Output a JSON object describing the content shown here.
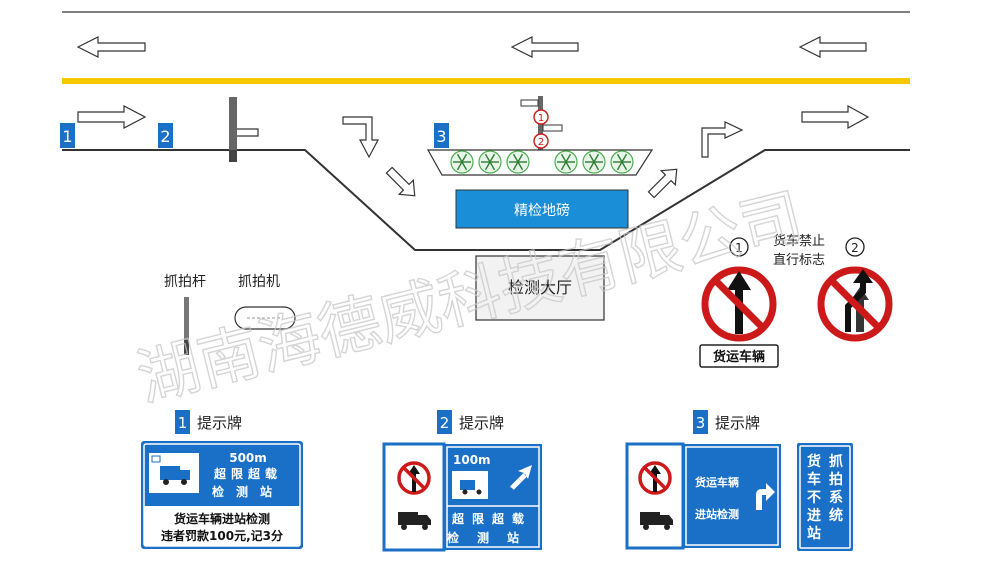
{
  "watermark": "湖南海德威科技有限公司",
  "colors": {
    "blue": "#1a6fc7",
    "road_line": "#f5c800",
    "line": "#333333",
    "red": "#cc1a1a",
    "pit_fill": "#1a8fd8",
    "fan": "#4caf50"
  },
  "lane_numbers": {
    "n1": "1",
    "n2": "2",
    "n3": "3"
  },
  "circle_markers": {
    "m1": "1",
    "m2": "2"
  },
  "fine_pit": "精检地磅",
  "inspection_hall": "检测大厅",
  "legend": {
    "camera_pole": "抓拍杆",
    "camera": "抓拍机"
  },
  "no_straight": {
    "marker1": "1",
    "marker2": "2",
    "caption_line1": "货车禁止",
    "caption_line2": "直行标志",
    "plate_text": "货运车辆"
  },
  "panels": [
    {
      "number": "1",
      "title": "提示牌",
      "distance": "500m",
      "line_a": "超限超载",
      "line_b": "检测站",
      "footer_1": "货运车辆进站检测",
      "footer_2": "违者罚款100元,记3分"
    },
    {
      "number": "2",
      "title": "提示牌",
      "distance": "100m",
      "line_a": "超限超载",
      "line_b": "检测站"
    },
    {
      "number": "3",
      "title": "提示牌",
      "line_a": "货运车辆",
      "line_b": "进站检测",
      "vertical_1": "货车不进站",
      "vertical_2": "抓拍系统"
    }
  ]
}
